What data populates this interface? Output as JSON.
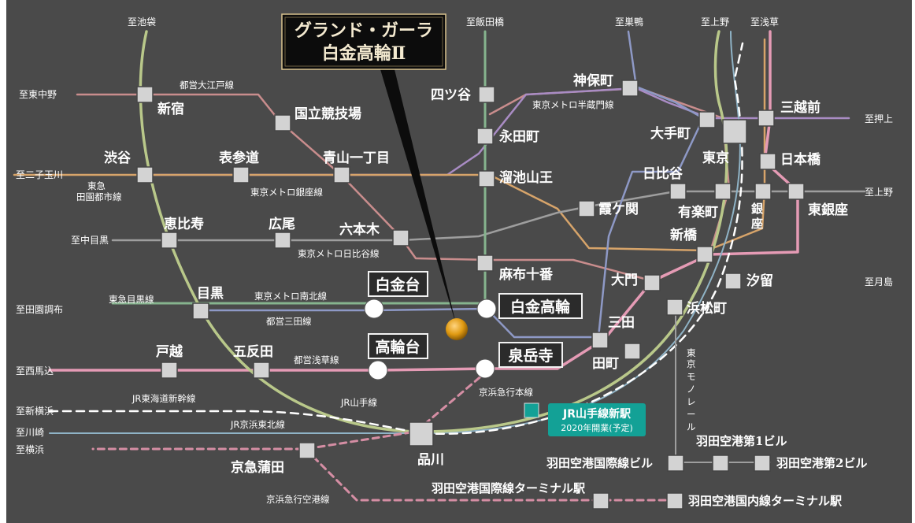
{
  "title": {
    "line1": "グランド・ガーラ",
    "line2": "白金高輪Ⅱ"
  },
  "destinations": {
    "ikebukuro": "至池袋",
    "iidabashi": "至飯田橋",
    "sugamo": "至巣鴨",
    "ueno": "至上野",
    "asakusa": "至浅草",
    "higashinakano": "至東中野",
    "oshiage": "至押上",
    "futakotamagawa": "至二子玉川",
    "ueno2": "至上野",
    "nakameguro": "至中目黒",
    "denenchofu": "至田園調布",
    "tsukishima": "至月島",
    "nishimagome": "至西馬込",
    "shinyokohama": "至新横浜",
    "kawasaki": "至川崎",
    "yokohama": "至横浜"
  },
  "lines": {
    "oedo": "都営大江戸線",
    "hanzomon": "東京メトロ半蔵門線",
    "toyoko": "東急\n田園都市線",
    "ginza": "東京メトロ銀座線",
    "hibiya": "東京メトロ日比谷線",
    "namboku": "東京メトロ南北線",
    "meguro_tokyu": "東急目黒線",
    "mita": "都営三田線",
    "asakusa": "都営浅草線",
    "tokaido": "JR東海道新幹線",
    "yamanote": "JR山手線",
    "keihintohoku": "JR京浜東北線",
    "keikyu_main": "京浜急行本線",
    "keikyu_airport": "京浜急行空港線",
    "monorail": "東京モノレール"
  },
  "stations": {
    "shinjuku": "新宿",
    "kokuritsu": "国立競技場",
    "shibuya": "渋谷",
    "omotesando": "表参道",
    "aoyama": "青山一丁目",
    "ebisu": "恵比寿",
    "hiroo": "広尾",
    "roppongi": "六本木",
    "yotsuya": "四ツ谷",
    "nagatacho": "永田町",
    "tameike": "溜池山王",
    "azabu": "麻布十番",
    "jimbocho": "神保町",
    "otemachi": "大手町",
    "mitsukoshimae": "三越前",
    "tokyo": "東京",
    "nihombashi": "日本橋",
    "hibiya": "日比谷",
    "kasumigaseki": "霞ケ関",
    "yurakucho": "有楽町",
    "ginza": "銀座",
    "higashiginza": "東銀座",
    "shimbashi": "新橋",
    "shiodome": "汐留",
    "daimon": "大門",
    "hamamatsucho": "浜松町",
    "mita": "三田",
    "tamachi": "田町",
    "meguro": "目黒",
    "shirokanedai": "白金台",
    "shirokanetakanawa": "白金高輪",
    "togoshi": "戸越",
    "gotanda": "五反田",
    "takanawadai": "高輪台",
    "sengakuji": "泉岳寺",
    "shinagawa": "品川",
    "keikyukamata": "京急蒲田",
    "haneda_intl": "羽田空港国際線ビル",
    "haneda_t1": "羽田空港第1ビル",
    "haneda_t2": "羽田空港第2ビル",
    "haneda_intl_terminal": "羽田空港国際線ターミナル駅",
    "haneda_dom_terminal": "羽田空港国内線ターミナル駅"
  },
  "new_station": {
    "line1": "JR山手線新駅",
    "line2": "2020年開業(予定)"
  },
  "colors": {
    "background": "#4a4a4a",
    "yamanote": "#b9c88a",
    "keihintohoku": "#8fb3c6",
    "namboku": "#86b48e",
    "mita": "#8e99c6",
    "oedo": "#c98d8d",
    "hanzomon": "#a98cc4",
    "asakusa": "#e59bb5",
    "ginza": "#d7a46a",
    "hibiya": "#9e9e9e",
    "keikyu": "#d58ea4",
    "property_marker": "#e09a12",
    "new_station": "#13a196"
  }
}
